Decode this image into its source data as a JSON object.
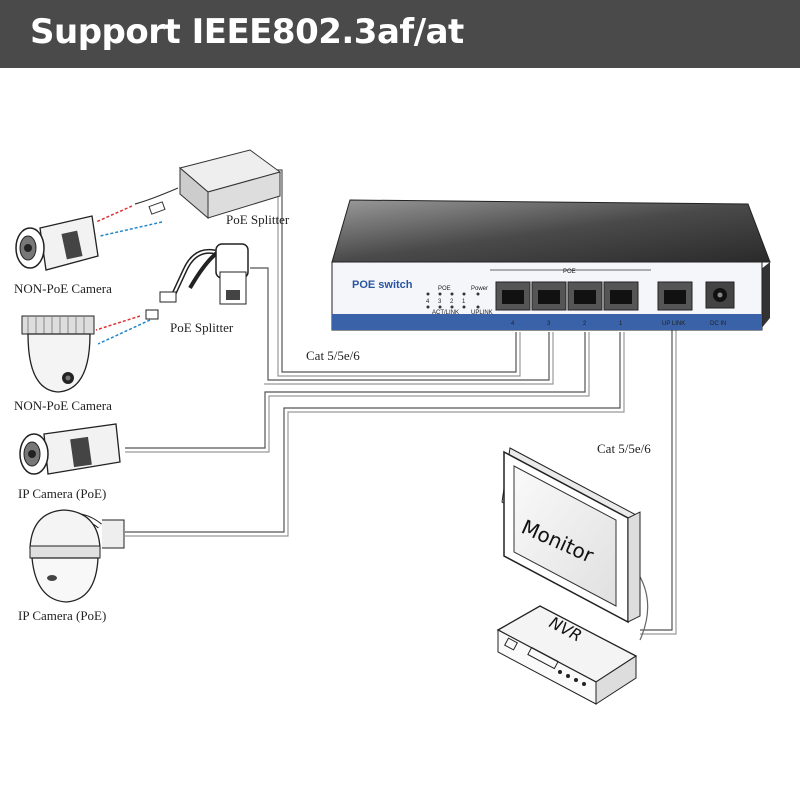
{
  "banner": {
    "title": "Support IEEE802.3af/at"
  },
  "switch": {
    "name": "POE switch",
    "poe_group_label": "POE",
    "led_poe_label": "POE",
    "led_power_label": "Power",
    "led_numbers": [
      "4",
      "3",
      "2",
      "1"
    ],
    "led_actlink_label": "ACT/LINK",
    "led_uplink_label": "UPLINK",
    "port_labels": [
      "4",
      "3",
      "2",
      "1"
    ],
    "uplink_label": "UP LINK",
    "dc_label": "DC IN"
  },
  "labels": {
    "poe_splitter_box": "PoE Splitter",
    "poe_splitter_cable": "PoE Splitter",
    "non_poe_camera_1": "NON-PoE Camera",
    "non_poe_camera_2": "NON-PoE Camera",
    "ip_camera_1": "IP Camera (PoE)",
    "ip_camera_2": "IP Camera (PoE)",
    "cable_left": "Cat 5/5e/6",
    "cable_right": "Cat 5/5e/6",
    "monitor": "Monitor",
    "nvr": "NVR"
  }
}
